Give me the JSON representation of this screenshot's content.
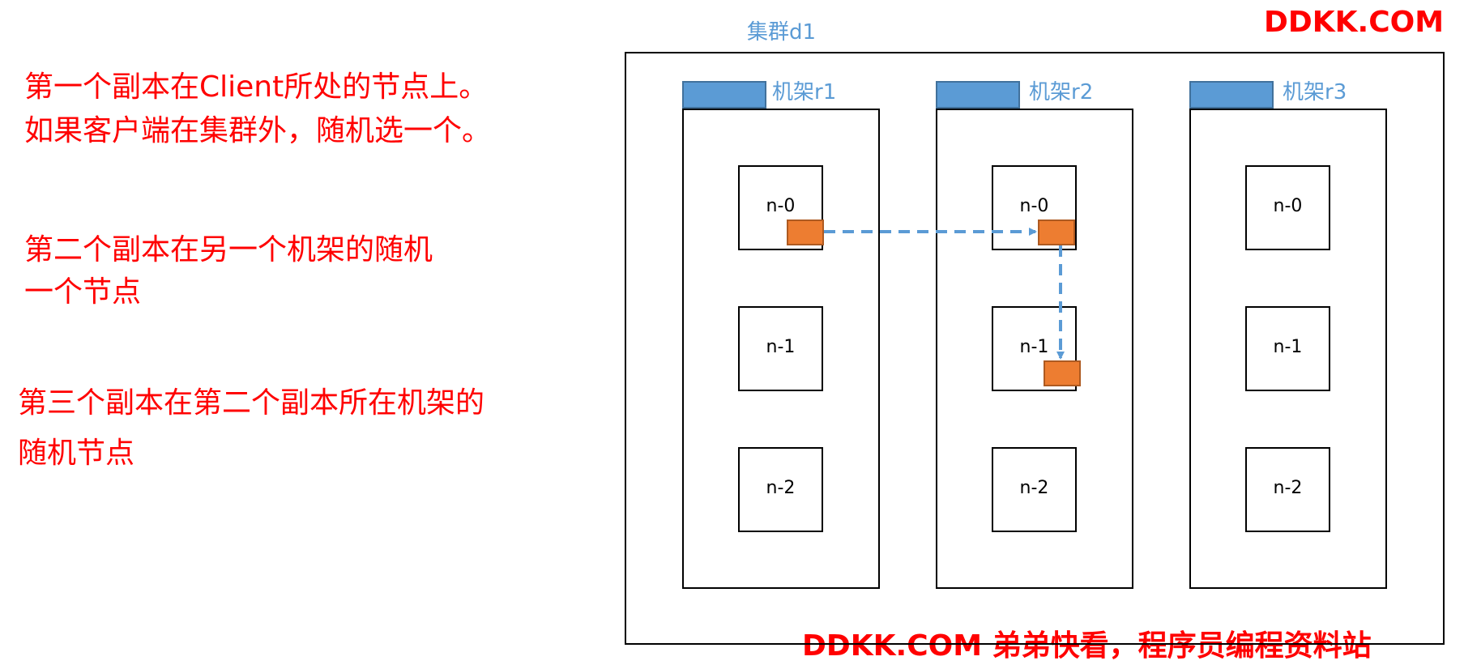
{
  "descriptions": [
    {
      "lines": [
        "第一个副本在Client所处的节点上。",
        "如果客户端在集群外，随机选一个。"
      ]
    },
    {
      "lines": [
        "第二个副本在另一个机架的随机",
        "一个节点"
      ]
    },
    {
      "lines": [
        "第三个副本在第二个副本所在机架的",
        "随机节点"
      ]
    }
  ],
  "watermark_top": "DDKK.COM",
  "watermark_bottom": "DDKK.COM 弟弟快看，程序员编程资料站",
  "cluster": {
    "label": "集群d1",
    "racks": [
      {
        "label": "机架r1",
        "nodes": [
          "n-0",
          "n-1",
          "n-2"
        ]
      },
      {
        "label": "机架r2",
        "nodes": [
          "n-0",
          "n-1",
          "n-2"
        ]
      },
      {
        "label": "机架r3",
        "nodes": [
          "n-0",
          "n-1",
          "n-2"
        ]
      }
    ]
  },
  "replicas": [
    {
      "rack": "机架r1",
      "node": "n-0"
    },
    {
      "rack": "机架r2",
      "node": "n-0"
    },
    {
      "rack": "机架r2",
      "node": "n-1"
    }
  ],
  "colors": {
    "text_red": "#ff0000",
    "accent_blue": "#5b9bd5",
    "replica_orange": "#ed7d31",
    "arrow_blue": "#5b9bd5"
  }
}
